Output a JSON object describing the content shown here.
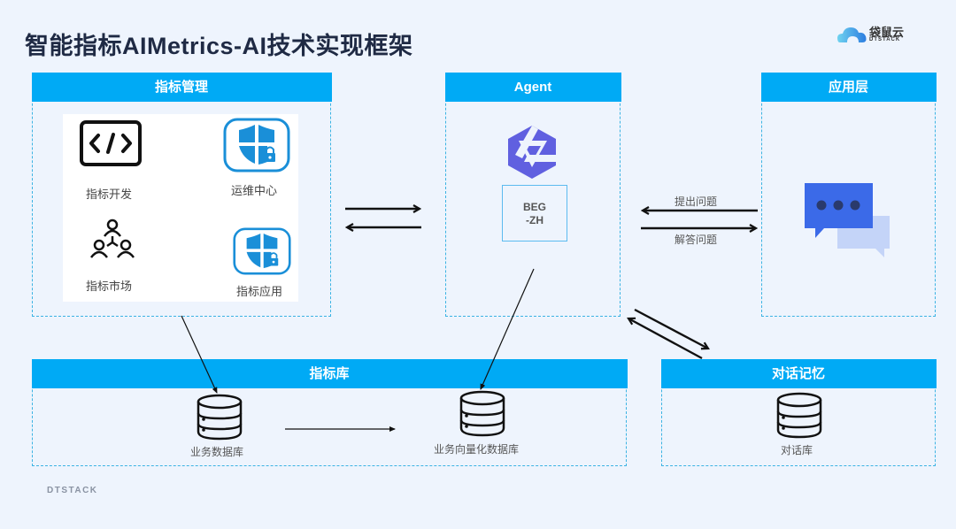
{
  "title": "智能指标AIMetrics-AI技术实现框架",
  "brand": {
    "logo_cn": "袋鼠云",
    "logo_en": "DTSTACK",
    "footer": "DTSTACK"
  },
  "panels": {
    "metric_management": {
      "header": "指标管理",
      "items": [
        {
          "label": "指标开发",
          "icon": "code-icon"
        },
        {
          "label": "运维中心",
          "icon": "shield-lock-icon"
        },
        {
          "label": "指标市场",
          "icon": "people-network-icon"
        },
        {
          "label": "指标应用",
          "icon": "shield-lock-icon"
        }
      ]
    },
    "agent": {
      "header": "Agent",
      "model_icon": "qwen-logo-icon",
      "embedding_box_line1": "BEG",
      "embedding_box_line2": "-ZH"
    },
    "application": {
      "header": "应用层",
      "icon": "chat-bubbles-icon"
    },
    "metric_store": {
      "header": "指标库",
      "databases": [
        {
          "label": "业务数据库",
          "icon": "database-icon"
        },
        {
          "label": "业务向量化数据库",
          "icon": "database-icon"
        }
      ]
    },
    "dialog_memory": {
      "header": "对话记忆",
      "databases": [
        {
          "label": "对话库",
          "icon": "database-icon"
        }
      ]
    }
  },
  "arrows": {
    "ask_question": "提出问题",
    "answer_question": "解答问题"
  }
}
